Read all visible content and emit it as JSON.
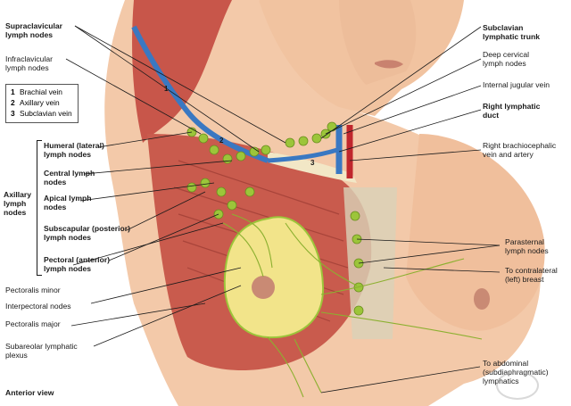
{
  "labels": {
    "supraclavicular": "Supraclavicular",
    "supraclavicular_2": "lymph nodes",
    "infraclavicular": "Infraclavicular",
    "infraclavicular_2": "lymph nodes",
    "humeral": "Humeral (lateral)",
    "humeral_2": "lymph nodes",
    "central": "Central lymph",
    "central_2": "nodes",
    "apical": "Apical lymph",
    "apical_2": "nodes",
    "subscapular": "Subscapular (posterior)",
    "subscapular_2": "lymph nodes",
    "pectoral": "Pectoral (anterior)",
    "pectoral_2": "lymph nodes",
    "axillary": "Axillary",
    "axillary_2": "lymph",
    "axillary_3": "nodes",
    "pectoralis_minor": "Pectoralis minor",
    "interpectoral": "Interpectoral nodes",
    "pectoralis_major": "Pectoralis major",
    "subareolar": "Subareolar lymphatic",
    "subareolar_2": "plexus",
    "anterior_view": "Anterior view",
    "subclavian_trunk": "Subclavian",
    "subclavian_trunk_2": "lymphatic trunk",
    "deep_cervical": "Deep cervical",
    "deep_cervical_2": "lymph nodes",
    "internal_jugular": "Internal jugular vein",
    "right_lymphatic": "Right lymphatic",
    "right_lymphatic_2": "duct",
    "brachiocephalic": "Right brachiocephalic",
    "brachiocephalic_2": "vein and artery",
    "parasternal": "Parasternal",
    "parasternal_2": "lymph nodes",
    "contralateral": "To contralateral",
    "contralateral_2": "(left) breast",
    "abdominal": "To abdominal",
    "abdominal_2": "(subdiaphragmatic)",
    "abdominal_3": "lymphatics"
  },
  "key": [
    {
      "num": "1",
      "text": "Brachial vein"
    },
    {
      "num": "2",
      "text": "Axillary vein"
    },
    {
      "num": "3",
      "text": "Subclavian vein"
    }
  ],
  "markers": [
    "1",
    "2",
    "3"
  ],
  "colors": {
    "skin": "#f3c9a9",
    "muscle": "#c8564a",
    "vein": "#3a78c2",
    "artery": "#c0262d",
    "lymph_node": "#9cc53a",
    "gland": "#f2e48a"
  }
}
